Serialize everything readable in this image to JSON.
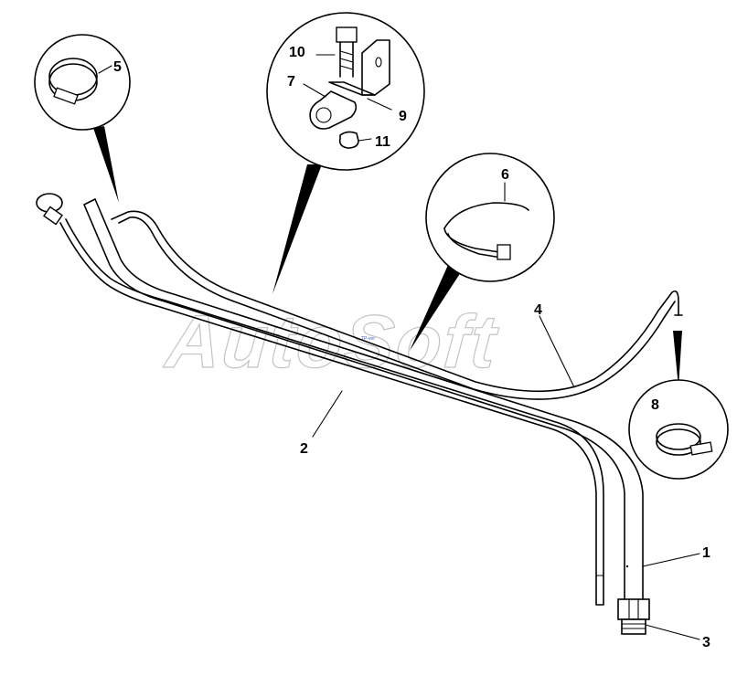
{
  "watermark": "AutoSoft",
  "watermark_small": "TP-ver",
  "callouts": [
    {
      "id": "label-1",
      "text": "1"
    },
    {
      "id": "label-2",
      "text": "2"
    },
    {
      "id": "label-3",
      "text": "3"
    },
    {
      "id": "label-4",
      "text": "4"
    },
    {
      "id": "label-5",
      "text": "5"
    },
    {
      "id": "label-6",
      "text": "6"
    },
    {
      "id": "label-7",
      "text": "7"
    },
    {
      "id": "label-8",
      "text": "8"
    },
    {
      "id": "label-9",
      "text": "9"
    },
    {
      "id": "label-10",
      "text": "10"
    },
    {
      "id": "label-11",
      "text": "11"
    }
  ]
}
